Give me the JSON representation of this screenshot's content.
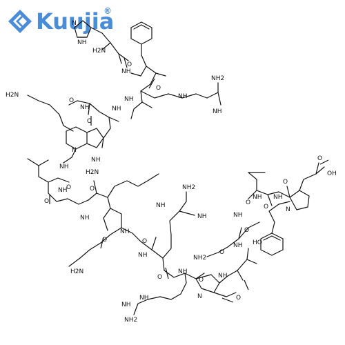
{
  "brand": {
    "name": "Kuujia",
    "registered": "®",
    "color": "#4a8cd6"
  },
  "structure": {
    "bond_color": "#111111",
    "atom_labels": [
      {
        "id": "his-nh",
        "text": "NH"
      },
      {
        "id": "his-n",
        "text": "N"
      },
      {
        "id": "n-term",
        "text": "H2N"
      },
      {
        "id": "o1",
        "text": "O"
      },
      {
        "id": "nh1",
        "text": "NH"
      },
      {
        "id": "o2",
        "text": "O"
      },
      {
        "id": "nh2",
        "text": "NH"
      },
      {
        "id": "arg1-nh",
        "text": "NH"
      },
      {
        "id": "arg1-nh2",
        "text": "NH2"
      },
      {
        "id": "arg1-imine",
        "text": "NH"
      },
      {
        "id": "lys1-nh2",
        "text": "H2N"
      },
      {
        "id": "o3",
        "text": "O"
      },
      {
        "id": "nh3",
        "text": "NH"
      },
      {
        "id": "nh4",
        "text": "NH"
      },
      {
        "id": "o4",
        "text": "O"
      },
      {
        "id": "n5",
        "text": "N"
      },
      {
        "id": "nh6",
        "text": "NH"
      },
      {
        "id": "nh7",
        "text": "NH"
      },
      {
        "id": "lys2-nh2",
        "text": "H2N"
      },
      {
        "id": "o5",
        "text": "O"
      },
      {
        "id": "o6",
        "text": "O"
      },
      {
        "id": "nh8",
        "text": "NH"
      },
      {
        "id": "o7",
        "text": "O"
      },
      {
        "id": "nh9",
        "text": "NH"
      },
      {
        "id": "o8",
        "text": "O"
      },
      {
        "id": "nh10",
        "text": "NH"
      },
      {
        "id": "lys3-nh2",
        "text": "H2N"
      },
      {
        "id": "o9",
        "text": "O"
      },
      {
        "id": "arg2-nh2",
        "text": "NH2"
      },
      {
        "id": "arg2-imine",
        "text": "NH"
      },
      {
        "id": "arg2-nh",
        "text": "NH"
      },
      {
        "id": "nh11",
        "text": "NH"
      },
      {
        "id": "o10",
        "text": "O"
      },
      {
        "id": "nh12",
        "text": "NH"
      },
      {
        "id": "o11",
        "text": "O"
      },
      {
        "id": "n-pro1",
        "text": "N"
      },
      {
        "id": "o12",
        "text": "O"
      },
      {
        "id": "arg3-nh2",
        "text": "NH2"
      },
      {
        "id": "arg3-imine",
        "text": "NH"
      },
      {
        "id": "arg3-nh",
        "text": "NH"
      },
      {
        "id": "nh13",
        "text": "NH"
      },
      {
        "id": "o13",
        "text": "O"
      },
      {
        "id": "nh14",
        "text": "NH"
      },
      {
        "id": "o14",
        "text": "O"
      },
      {
        "id": "nh15",
        "text": "NH"
      },
      {
        "id": "lys4-nh2",
        "text": "NH2"
      },
      {
        "id": "o15",
        "text": "O"
      },
      {
        "id": "nh16",
        "text": "NH"
      },
      {
        "id": "o16",
        "text": "O"
      },
      {
        "id": "nh17",
        "text": "NH"
      },
      {
        "id": "ho-tyr",
        "text": "HO"
      },
      {
        "id": "o17",
        "text": "O"
      },
      {
        "id": "n-pro2",
        "text": "N"
      },
      {
        "id": "oh-acid",
        "text": "OH"
      },
      {
        "id": "o18",
        "text": "O"
      }
    ]
  }
}
